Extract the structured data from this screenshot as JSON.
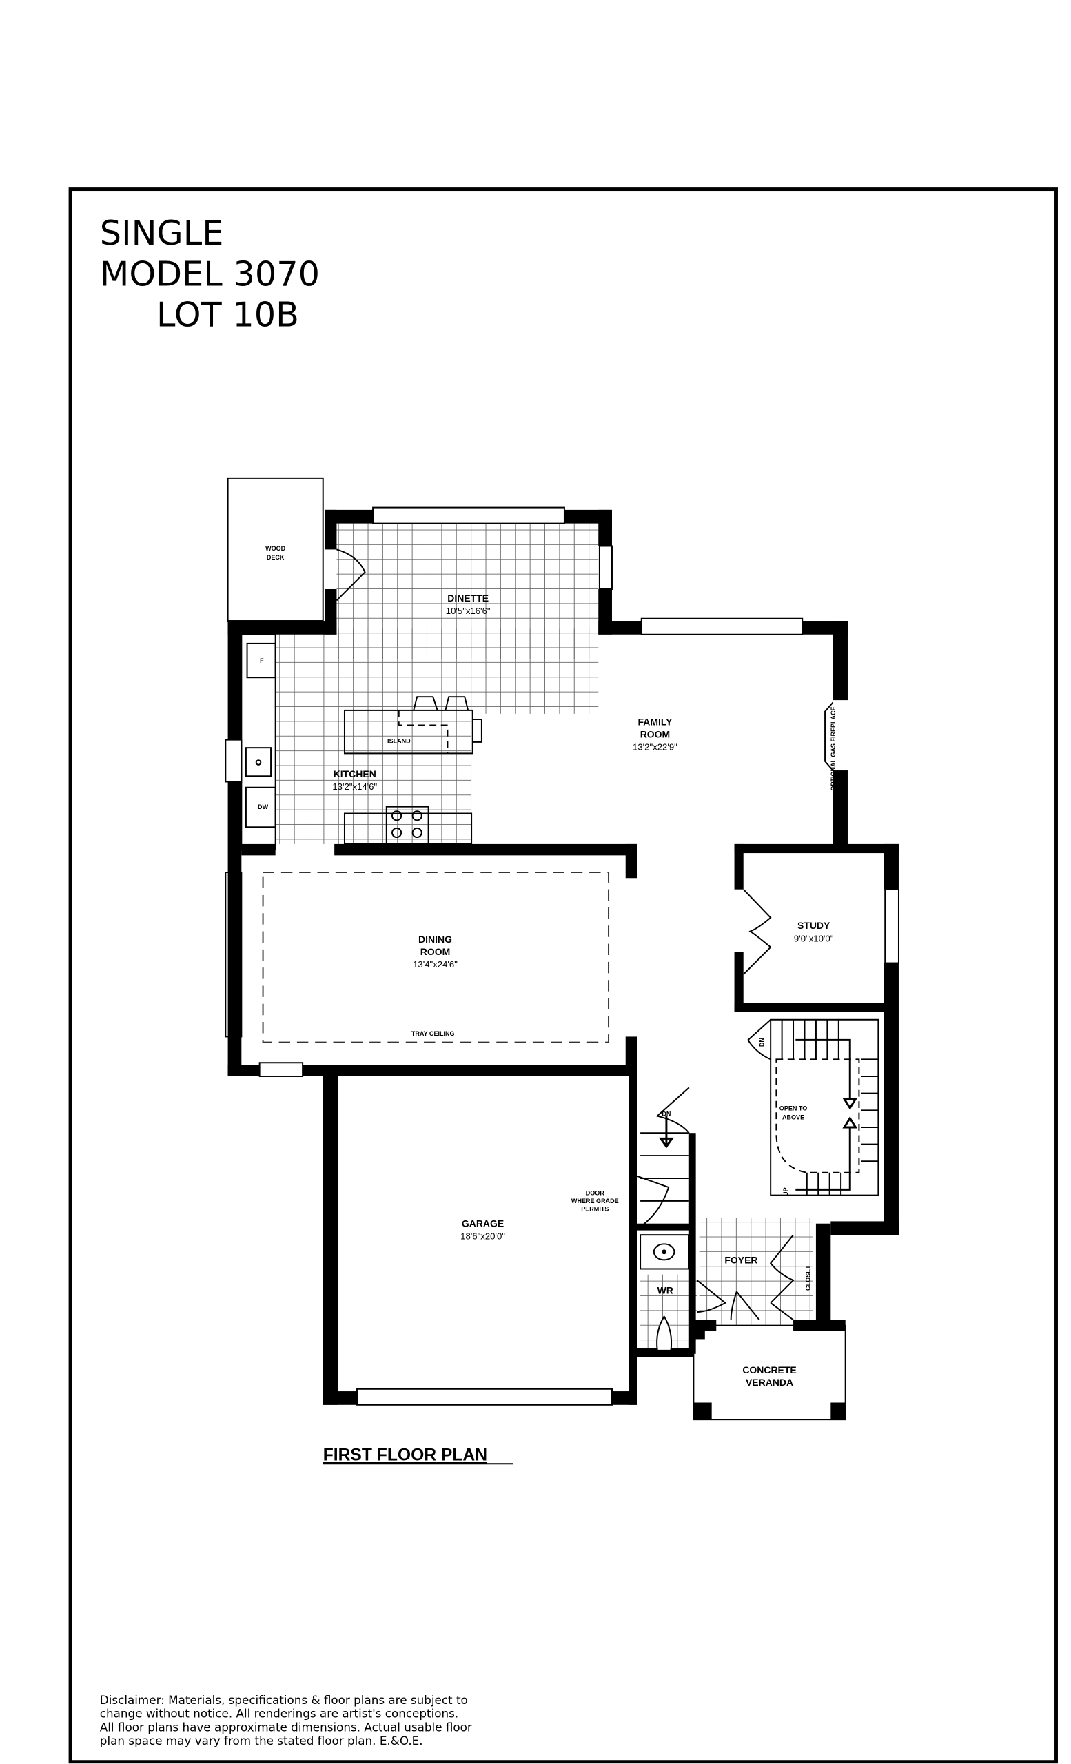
{
  "header": {
    "line1": "SINGLE",
    "line2": "MODEL 3070",
    "line3": "LOT 10B"
  },
  "rooms": {
    "wood_deck": [
      "WOOD",
      "DECK"
    ],
    "dinette": {
      "name": "DINETTE",
      "size": "10'5\"x16'6\""
    },
    "family_room": {
      "name": [
        "FAMILY",
        "ROOM"
      ],
      "size": "13'2\"x22'9\""
    },
    "kitchen": {
      "name": "KITCHEN",
      "size": "13'2\"x14'6\""
    },
    "island": "ISLAND",
    "fridge": "F",
    "dishwasher": "DW",
    "fireplace": "OPTIONAL GAS FIREPLACE",
    "dining_room": {
      "name": [
        "DINING",
        "ROOM"
      ],
      "size": "13'4\"x24'6\"",
      "note": "TRAY CEILING"
    },
    "study": {
      "name": "STUDY",
      "size": "9'0\"x10'0\""
    },
    "open_to_above": [
      "OPEN TO",
      "ABOVE"
    ],
    "garage": {
      "name": "GARAGE",
      "size": "18'6\"x20'0\"",
      "note": [
        "DOOR",
        "WHERE GRADE",
        "PERMITS"
      ]
    },
    "foyer": "FOYER",
    "closet": "CLOSET",
    "washroom": "WR",
    "veranda": [
      "CONCRETE",
      "VERANDA"
    ],
    "stair_dn": "DN",
    "stair_up": "UP"
  },
  "plan_title": "FIRST FLOOR PLAN",
  "disclaimer": [
    "Disclaimer:  Materials, specifications & floor plans are subject to",
    "change without notice.  All renderings are artist's conceptions.",
    "All floor plans have approximate dimensions.  Actual usable floor",
    "plan space may vary from the stated floor plan. E.&O.E."
  ]
}
